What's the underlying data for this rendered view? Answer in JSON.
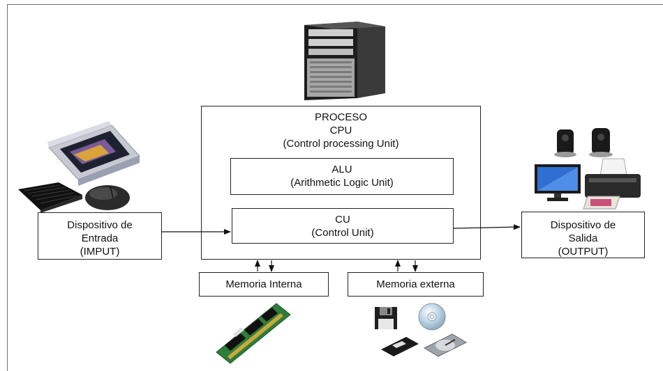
{
  "diagram": {
    "proceso": {
      "line1": "PROCESO",
      "line2": "CPU",
      "line3": "(Control processing Unit)"
    },
    "alu": {
      "line1": "ALU",
      "line2": "(Arithmetic Logic Unit)"
    },
    "cu": {
      "line1": "CU",
      "line2": "(Control Unit)"
    },
    "input": {
      "line1": "Dispositivo de",
      "line2": "Entrada",
      "line3": "(IMPUT)"
    },
    "output": {
      "line1": "Dispositivo de",
      "line2": "Salida",
      "line3": "(OUTPUT)"
    },
    "memoria_interna": "Memoria Interna",
    "memoria_externa": "Memoria externa"
  }
}
